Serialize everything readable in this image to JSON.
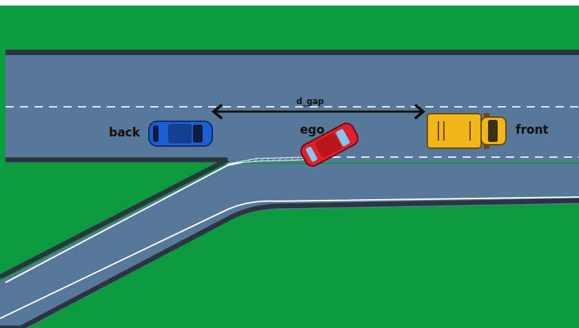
{
  "diagram": {
    "labels": [
      "d_gap",
      "back",
      "ego",
      "front"
    ]
  }
}
